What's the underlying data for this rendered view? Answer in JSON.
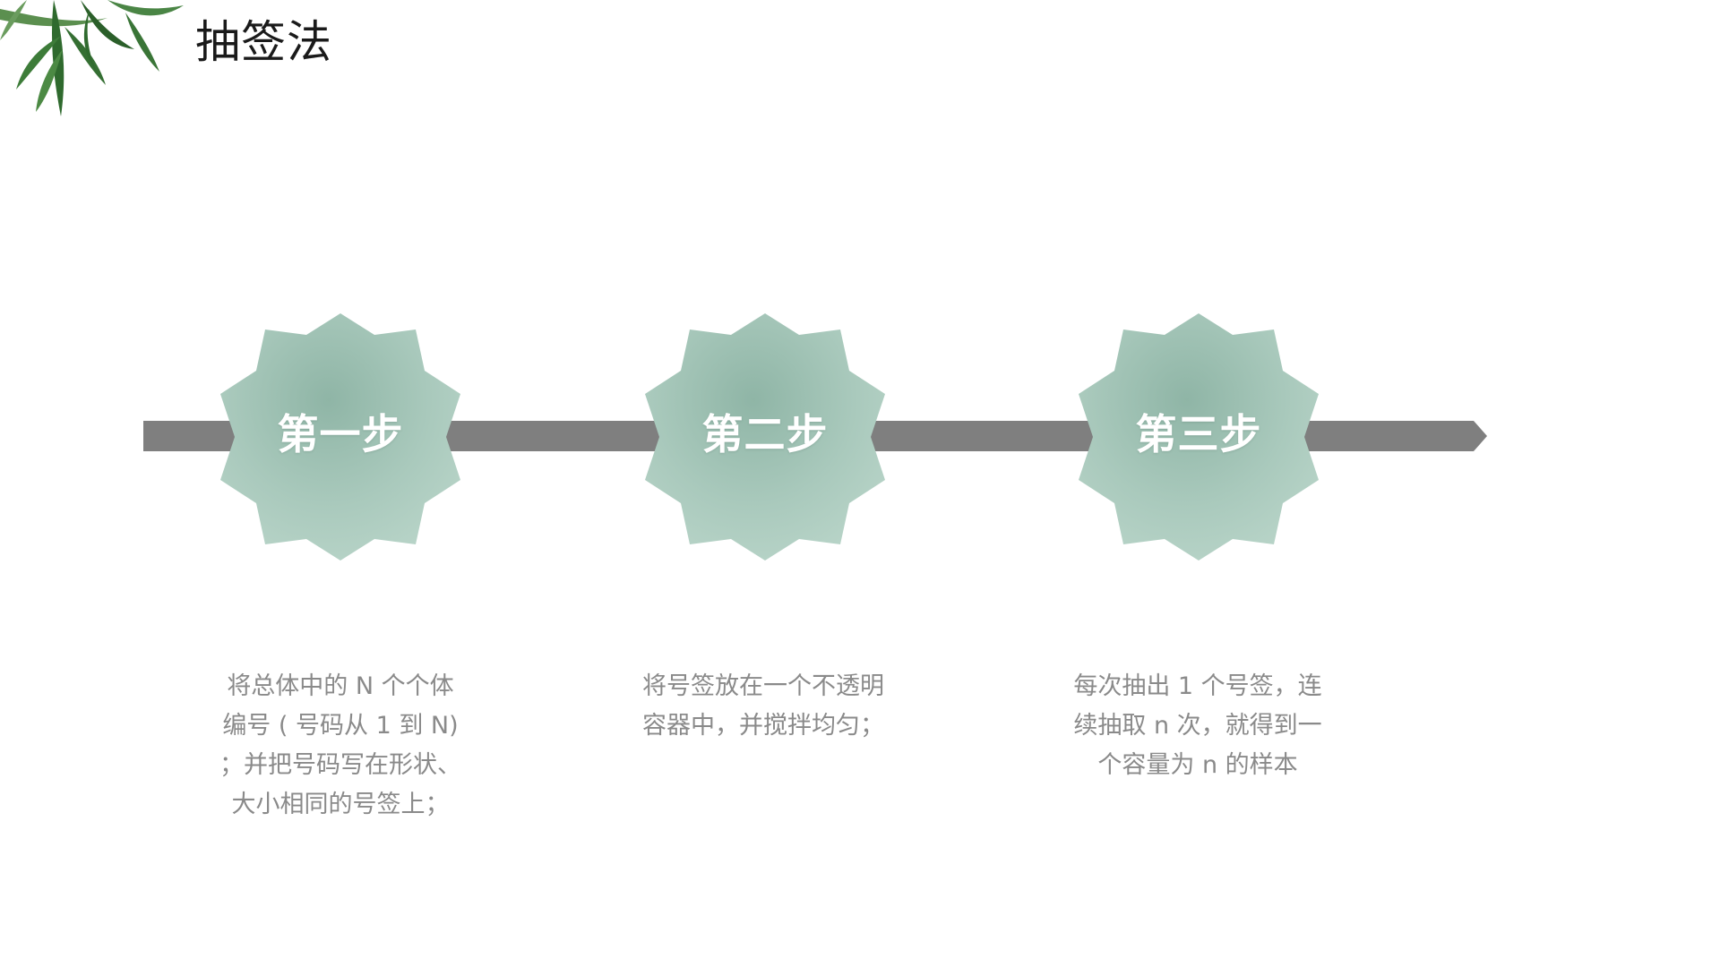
{
  "title": "抽签法",
  "colors": {
    "arrow": "#7f7f7f",
    "badge": "#a9c9bc",
    "badge_dark": "#8fb5a6",
    "text_muted": "#8a8a8a",
    "leaf": "#3f7a3a"
  },
  "decoration": "leaf-branch-icon",
  "steps": [
    {
      "label": "第一步",
      "description": "将总体中的 N 个个体编号 ( 号码从 1 到 N) ；并把号码写在形状、大小相同的号签上；"
    },
    {
      "label": "第二步",
      "description": "将号签放在一个不透明容器中，并搅拌均匀；"
    },
    {
      "label": "第三步",
      "description": "每次抽出 1 个号签，连续抽取 n 次，就得到一个容量为 n 的样本"
    }
  ]
}
